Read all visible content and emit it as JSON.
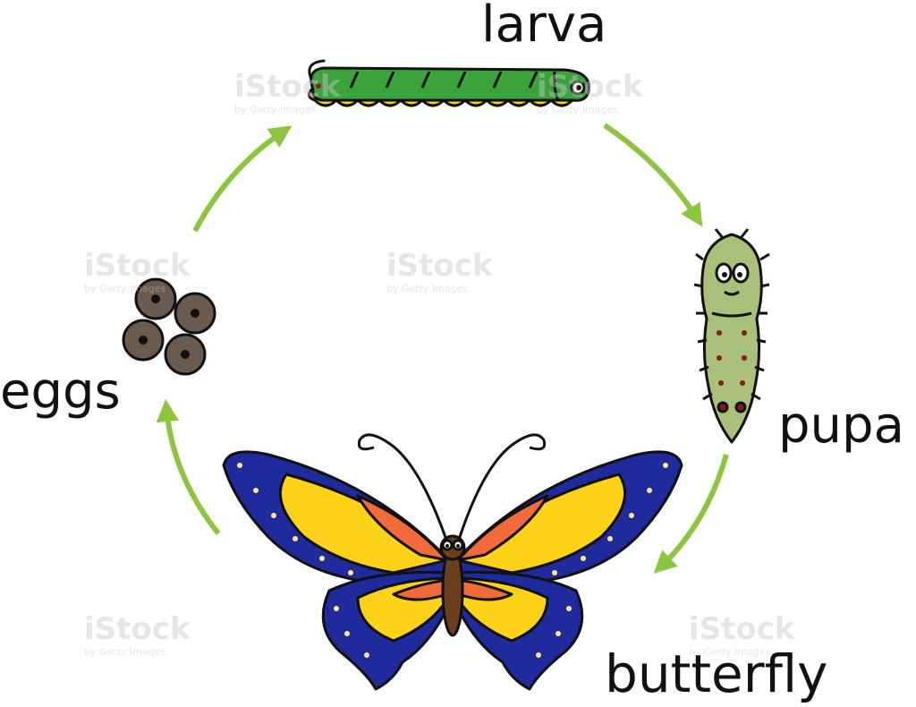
{
  "labels": {
    "larva": "larva",
    "pupa": "pupa",
    "butterfly": "butterfly",
    "eggs": "eggs"
  },
  "watermark": {
    "brand": "iStock",
    "tagline": "by Getty Images"
  },
  "colors": {
    "arrow": "#8cc63f",
    "larva_body": "#3aa43a",
    "larva_belly": "#f6d21a",
    "pupa_body": "#a8c07a",
    "egg": "#6b5a4e",
    "wing_outer": "#1f2a9c",
    "wing_yellow": "#ffd21a",
    "wing_orange": "#f26b3a",
    "body_brown": "#6b3e1c"
  }
}
